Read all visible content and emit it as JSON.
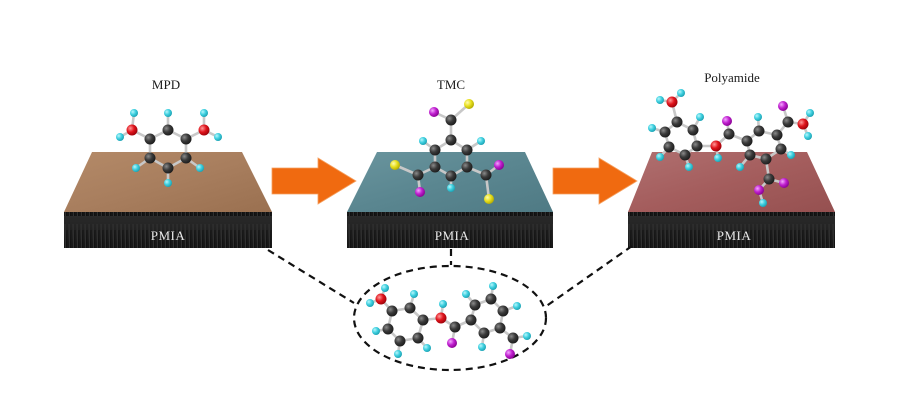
{
  "diagram": {
    "title": "Interfacial polymerization of polyamide on PMIA substrate",
    "stages": [
      {
        "id": "mpd",
        "label": "MPD",
        "substrate": "PMIA",
        "surface_color": "#a98060"
      },
      {
        "id": "tmc",
        "label": "TMC",
        "substrate": "PMIA",
        "surface_color": "#5f8c95"
      },
      {
        "id": "polyamide",
        "label": "Polyamide",
        "substrate": "PMIA",
        "surface_color": "#a55e5e"
      }
    ],
    "arrows": [
      {
        "from": "mpd",
        "to": "tmc",
        "color": "#f06a10"
      },
      {
        "from": "tmc",
        "to": "polyamide",
        "color": "#f06a10"
      }
    ],
    "callout": {
      "description": "Zoomed molecular detail of reaction product",
      "connects_to": [
        "mpd",
        "tmc",
        "polyamide"
      ]
    },
    "atom_colors": {
      "carbon": "#333333",
      "hydrogen": "#3fd0e0",
      "oxygen": "#e0141c",
      "chlorine": "#e8e020",
      "nitrogen_or_acyl": "#c020d0"
    },
    "substrate_side_color": "#1e1e1e"
  }
}
